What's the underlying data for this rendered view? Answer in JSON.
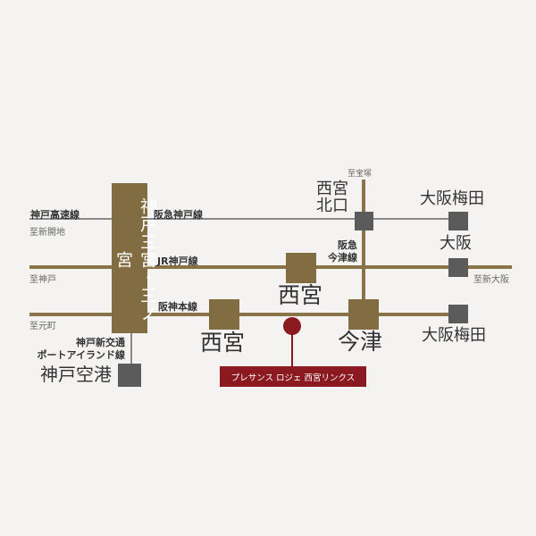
{
  "lines": {
    "kobe_kosoku": "神戸高速線",
    "hankyu_kobe": "阪急神戸線",
    "jr_kobe": "JR神戸線",
    "hanshin": "阪神本線",
    "port_liner_1": "神戸新交通",
    "port_liner_2": "ポートアイランド線",
    "hankyu_imazu_1": "阪急",
    "hankyu_imazu_2": "今津線"
  },
  "directions": {
    "shinkaichi": "至新開地",
    "kobe": "至神戸",
    "motomachi": "至元町",
    "takarazuka": "至宝塚",
    "shin_osaka": "至新大阪"
  },
  "stations": {
    "sannomiya": "神戸三宮・三ノ宮",
    "kobe_airport": "神戸空港",
    "hanshin_nishinomiya": "西宮",
    "jr_nishinomiya": "西宮",
    "imazu": "今津",
    "nishinomiya_kitaguchi_1": "西宮",
    "nishinomiya_kitaguchi_2": "北口",
    "osaka_umeda_hankyu": "大阪梅田",
    "osaka": "大阪",
    "osaka_umeda_hanshin": "大阪梅田"
  },
  "property": {
    "label": "プレサンス ロジェ 西宮リンクス",
    "color": "#8b1a20"
  },
  "colors": {
    "brown": "#826c42",
    "gray": "#5b5b5b"
  }
}
